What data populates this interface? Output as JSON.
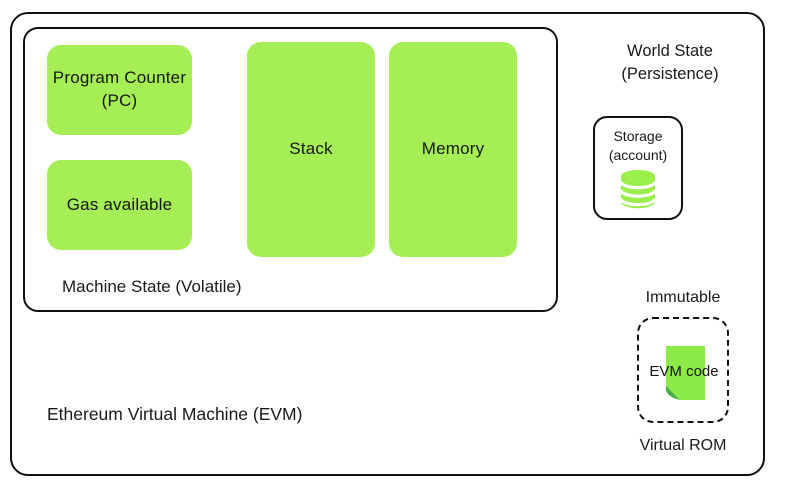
{
  "colors": {
    "box_green": "#a6ee55",
    "database_icon_green": "#9bef4b",
    "note_green": "#8deb48",
    "note_fold_green": "#45ae44",
    "border": "#111111"
  },
  "icons": {
    "storage": "database-icon",
    "evm_code": "document-icon"
  },
  "evm": {
    "title": "Ethereum Virtual Machine (EVM)",
    "machine_state": {
      "label": "Machine State (Volatile)",
      "program_counter": {
        "line1": "Program Counter",
        "line2": "(PC)"
      },
      "gas_available": {
        "label": "Gas available"
      },
      "stack": {
        "label": "Stack"
      },
      "memory": {
        "label": "Memory"
      }
    },
    "world_state": {
      "line1": "World State",
      "line2": "(Persistence)"
    },
    "storage": {
      "line1": "Storage",
      "line2": "(account)"
    },
    "immutable": {
      "label": "Immutable"
    },
    "evm_code": {
      "label": "EVM code"
    },
    "virtual_rom": {
      "label": "Virtual ROM"
    }
  }
}
